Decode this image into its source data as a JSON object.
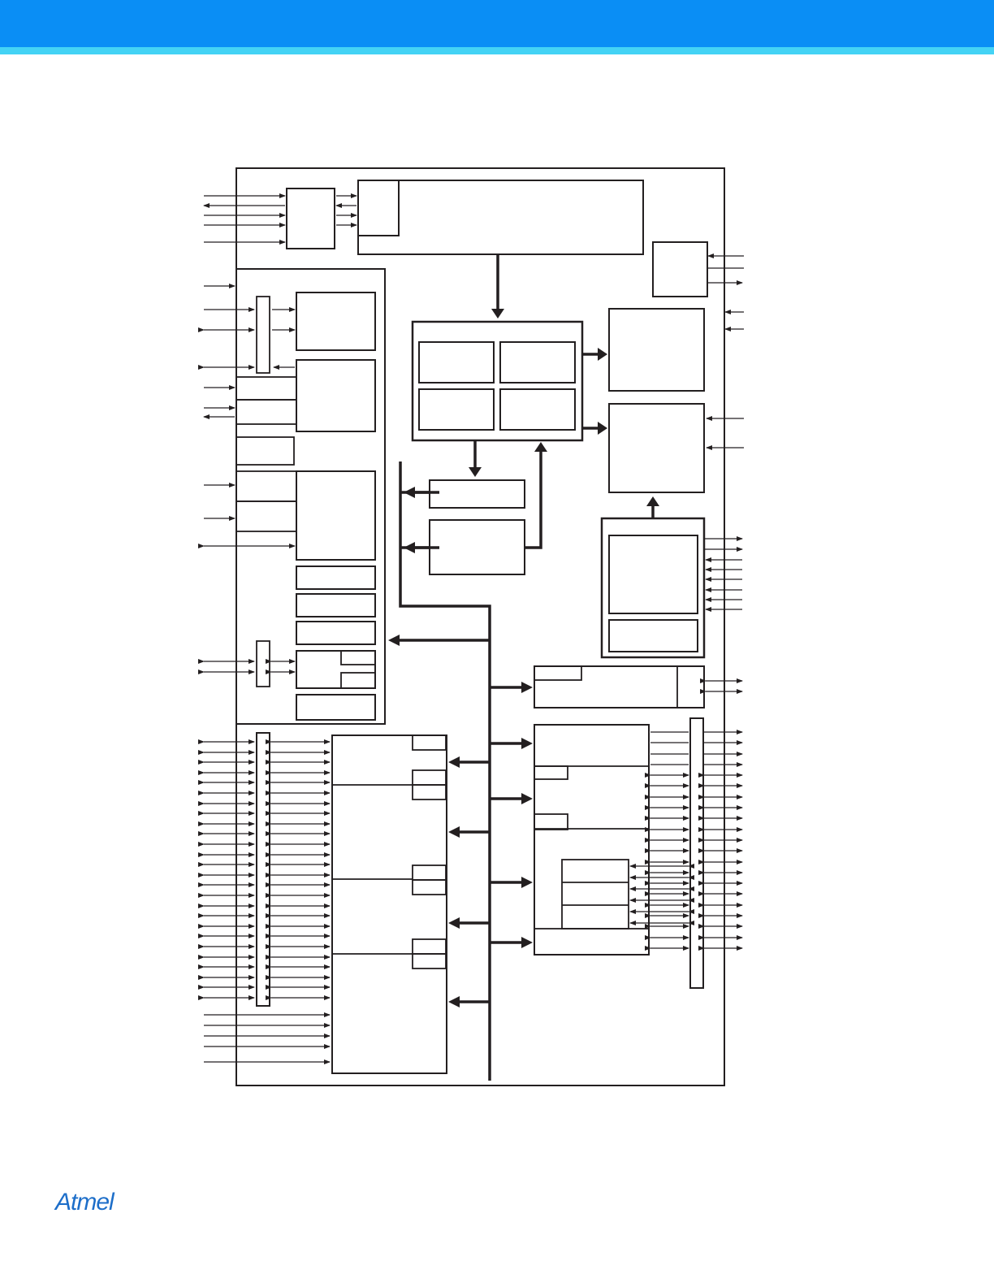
{
  "header": {
    "bar_color": "#0a8ef5",
    "stripe_color": "#44d3f5"
  },
  "diagram": {
    "type": "block-diagram",
    "line_color": "#231f20",
    "blocks": [
      {
        "id": "top-left-controller"
      },
      {
        "id": "top-wide-block"
      },
      {
        "id": "top-wide-block-sub"
      },
      {
        "id": "top-right-small-block"
      },
      {
        "id": "left-panel"
      },
      {
        "id": "left-block-1"
      },
      {
        "id": "left-block-2"
      },
      {
        "id": "left-block-3"
      },
      {
        "id": "left-small-row-1"
      },
      {
        "id": "left-small-row-2"
      },
      {
        "id": "left-small-row-3"
      },
      {
        "id": "left-split-block"
      },
      {
        "id": "left-small-row-5"
      },
      {
        "id": "center-matrix"
      },
      {
        "id": "center-cell-1"
      },
      {
        "id": "center-cell-2"
      },
      {
        "id": "center-cell-3"
      },
      {
        "id": "center-cell-4"
      },
      {
        "id": "center-bridge-1"
      },
      {
        "id": "center-bridge-2"
      },
      {
        "id": "right-block-1"
      },
      {
        "id": "right-block-2"
      },
      {
        "id": "right-frame"
      },
      {
        "id": "right-frame-inner-1"
      },
      {
        "id": "right-frame-inner-2"
      },
      {
        "id": "right-wide-block"
      },
      {
        "id": "right-stack-block"
      },
      {
        "id": "bottom-left-stack-block"
      },
      {
        "id": "left-io-mux"
      },
      {
        "id": "right-io-mux"
      }
    ]
  },
  "logo": {
    "text": "Atmel",
    "color": "#1d6ec9"
  }
}
